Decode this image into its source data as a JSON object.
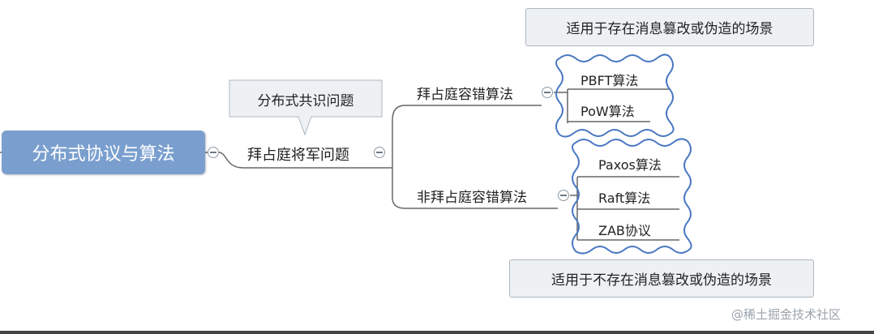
{
  "root": {
    "label": "分布式协议与算法"
  },
  "main": {
    "label": "拜占庭将军问题",
    "callout": "分布式共识问题"
  },
  "branches": [
    {
      "label": "拜占庭容错算法",
      "leaves": [
        "PBFT算法",
        "PoW算法"
      ],
      "note": "适用于存在消息篡改或伪造的场景"
    },
    {
      "label": "非拜占庭容错算法",
      "leaves": [
        "Paxos算法",
        "Raft算法",
        "ZAB协议"
      ],
      "note": "适用于不存在消息篡改或伪造的场景"
    }
  ],
  "icons": [
    "collapse-icon"
  ],
  "colors": {
    "root_fill": "#7a9fcf",
    "note_fill": "#eef1f4",
    "frame_stroke": "#4a78c2",
    "line": "#666666"
  },
  "watermark": "@稀土掘金技术社区"
}
